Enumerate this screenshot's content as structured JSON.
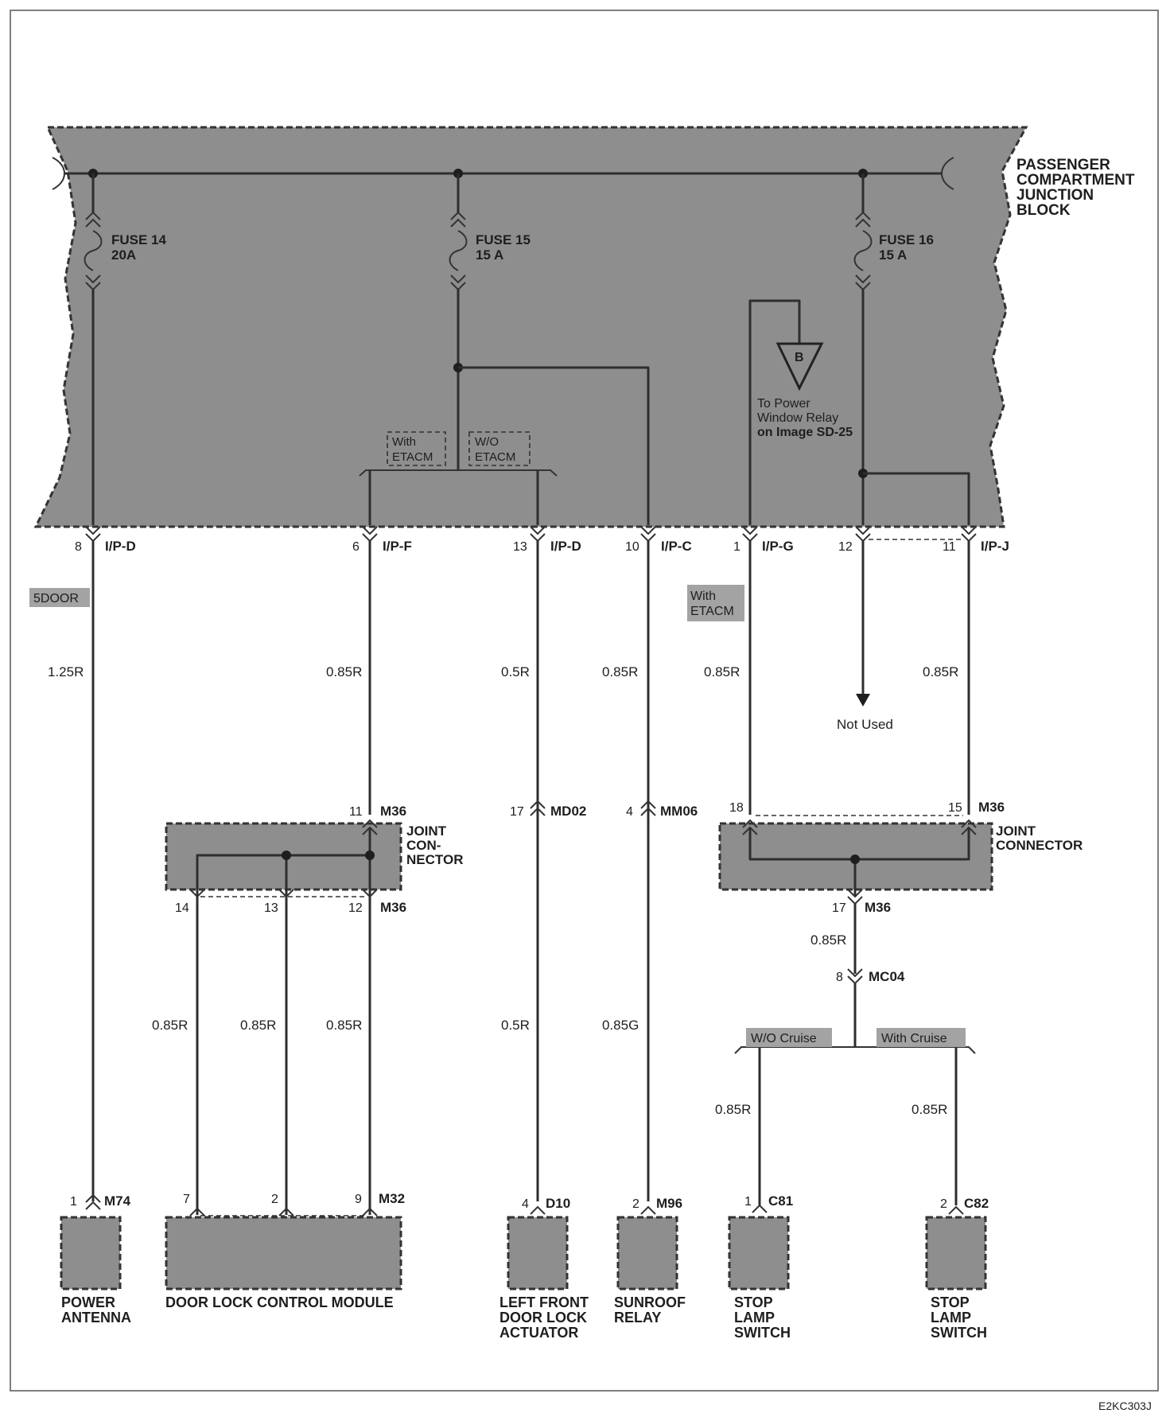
{
  "junction_block": {
    "title_lines": [
      "PASSENGER",
      "COMPARTMENT",
      "JUNCTION",
      "BLOCK"
    ]
  },
  "fuses": [
    {
      "name": "FUSE 14",
      "rating": "20A"
    },
    {
      "name": "FUSE 15",
      "rating": "15 A"
    },
    {
      "name": "FUSE 16",
      "rating": "15 A"
    }
  ],
  "option_tags": {
    "with_etacm": [
      "With",
      "ETACM"
    ],
    "wo_etacm": [
      "W/O",
      "ETACM"
    ],
    "five_door": "5DOOR",
    "with_etacm_pg": [
      "With",
      "ETACM"
    ],
    "wo_cruise": "W/O Cruise",
    "with_cruise": "With Cruise"
  },
  "power_window_ref": {
    "symbol": "B",
    "lines": [
      "To Power",
      "Window Relay",
      "on Image SD-25"
    ]
  },
  "ip_connectors": [
    {
      "pin": "8",
      "connector": "I/P-D"
    },
    {
      "pin": "6",
      "connector": "I/P-F"
    },
    {
      "pin": "13",
      "connector": "I/P-D"
    },
    {
      "pin": "10",
      "connector": "I/P-C"
    },
    {
      "pin": "1",
      "connector": "I/P-G"
    },
    {
      "pin": "12",
      "connector": ""
    },
    {
      "pin": "11",
      "connector": "I/P-J"
    }
  ],
  "wire_labels": {
    "antenna": "1.25R",
    "dlcm_feed": "0.85R",
    "actuator_upper": "0.5R",
    "sunroof_upper": "0.85R",
    "pg": "0.85R",
    "pj": "0.85R",
    "dlcm_1": "0.85R",
    "dlcm_2": "0.85R",
    "dlcm_3": "0.85R",
    "actuator_lower": "0.5R",
    "sunroof_lower": "0.85G",
    "stop_feed": "0.85R",
    "stop_1": "0.85R",
    "stop_2": "0.85R"
  },
  "not_used": "Not Used",
  "inline_connectors": [
    {
      "pin": "17",
      "connector": "MD02"
    },
    {
      "pin": "4",
      "connector": "MM06"
    },
    {
      "pin": "8",
      "connector": "MC04"
    }
  ],
  "joint_connector_left": {
    "title_lines": [
      "JOINT",
      "CON-",
      "NECTOR"
    ],
    "top_pin": "11",
    "top_conn": "M36",
    "bottom_pins": [
      "14",
      "13",
      "12"
    ],
    "bottom_conn": "M36"
  },
  "joint_connector_right": {
    "title_lines": [
      "JOINT",
      "CONNECTOR"
    ],
    "top_pins": [
      "18",
      "15"
    ],
    "top_conn": "M36",
    "bottom_pin": "17",
    "bottom_conn": "M36"
  },
  "components": [
    {
      "pins": [
        "1"
      ],
      "connector": "M74",
      "label_lines": [
        "POWER",
        "ANTENNA"
      ]
    },
    {
      "pins": [
        "7",
        "2",
        "9"
      ],
      "connector": "M32",
      "label_lines": [
        "DOOR LOCK CONTROL MODULE"
      ]
    },
    {
      "pins": [
        "4"
      ],
      "connector": "D10",
      "label_lines": [
        "LEFT FRONT",
        "DOOR LOCK",
        "ACTUATOR"
      ]
    },
    {
      "pins": [
        "2"
      ],
      "connector": "M96",
      "label_lines": [
        "SUNROOF",
        "RELAY"
      ]
    },
    {
      "pins": [
        "1"
      ],
      "connector": "C81",
      "label_lines": [
        "STOP",
        "LAMP",
        "SWITCH"
      ]
    },
    {
      "pins": [
        "2"
      ],
      "connector": "C82",
      "label_lines": [
        "STOP",
        "LAMP",
        "SWITCH"
      ]
    }
  ],
  "diagram_code": "E2KC303J",
  "colors": {
    "block_fill": "#8e8e8e",
    "tag_fill": "#a3a3a3",
    "wire": "#2e2e2e"
  }
}
